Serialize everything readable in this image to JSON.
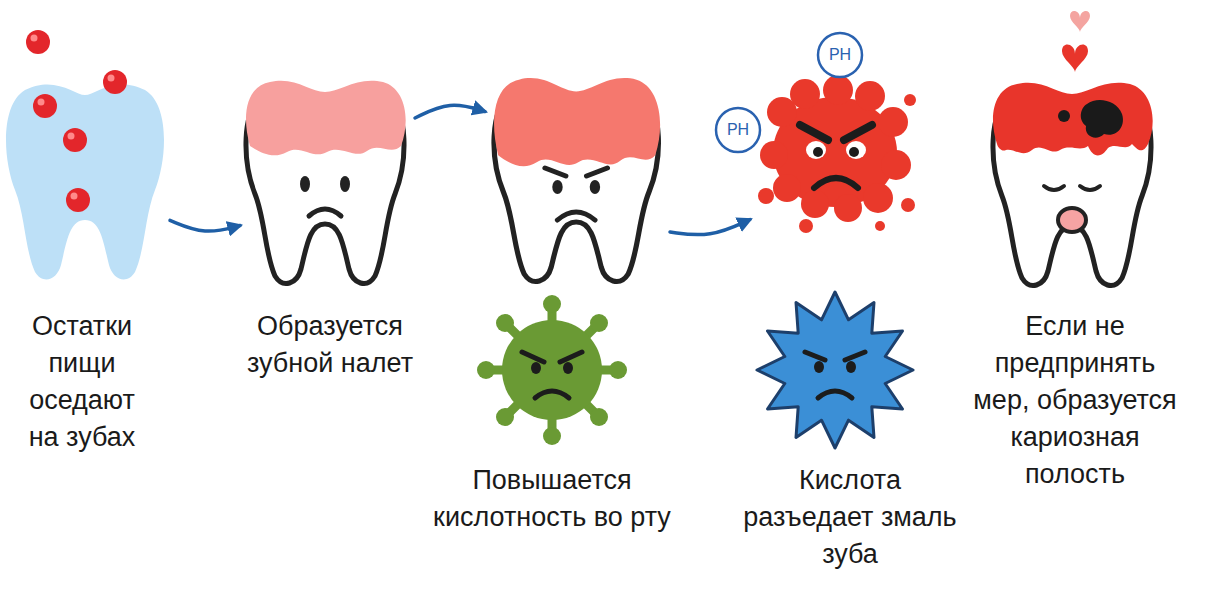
{
  "diagram": {
    "nodes": [
      {
        "text": [
          "Остатки пищи оседают на зубах"
        ]
      },
      {
        "text": [
          "Образуется зубной налет"
        ]
      },
      {
        "text": [
          "Повышается кислотность во рту"
        ]
      },
      {
        "text": [
          "Кислота разъедает змаль зуба"
        ]
      },
      {
        "text": [
          "Если не предпринять мер, образуется кариозная полость"
        ]
      }
    ],
    "edges": [
      {
        "from": 0,
        "to": 1,
        "arrow": "to"
      },
      {
        "from": 1,
        "to": 2,
        "arrow": "to"
      },
      {
        "from": 2,
        "to": 3,
        "arrow": "to"
      }
    ],
    "labels": [
      "PH",
      "PH"
    ]
  }
}
